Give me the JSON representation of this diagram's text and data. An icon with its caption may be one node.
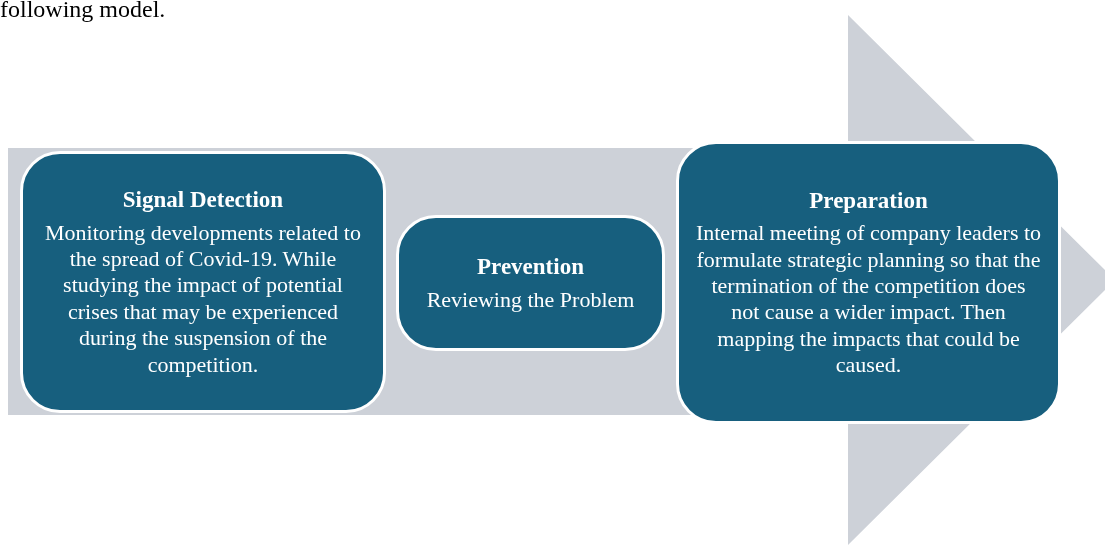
{
  "diagram": {
    "nodes": [
      {
        "text": [
          "Signal Detection",
          "Monitoring developments related to the spread of Covid-19. While studying the impact of potential crises that may be experienced during the suspension of the competition."
        ]
      },
      {
        "text": [
          "Prevention",
          "Reviewing the Problem"
        ]
      },
      {
        "text": [
          "Preparation",
          "Internal meeting of company leaders to formulate strategic planning so that the termination of the competition does not cause a wider impact. Then mapping the impacts that could be caused."
        ]
      }
    ],
    "labels": [
      "following model."
    ]
  }
}
